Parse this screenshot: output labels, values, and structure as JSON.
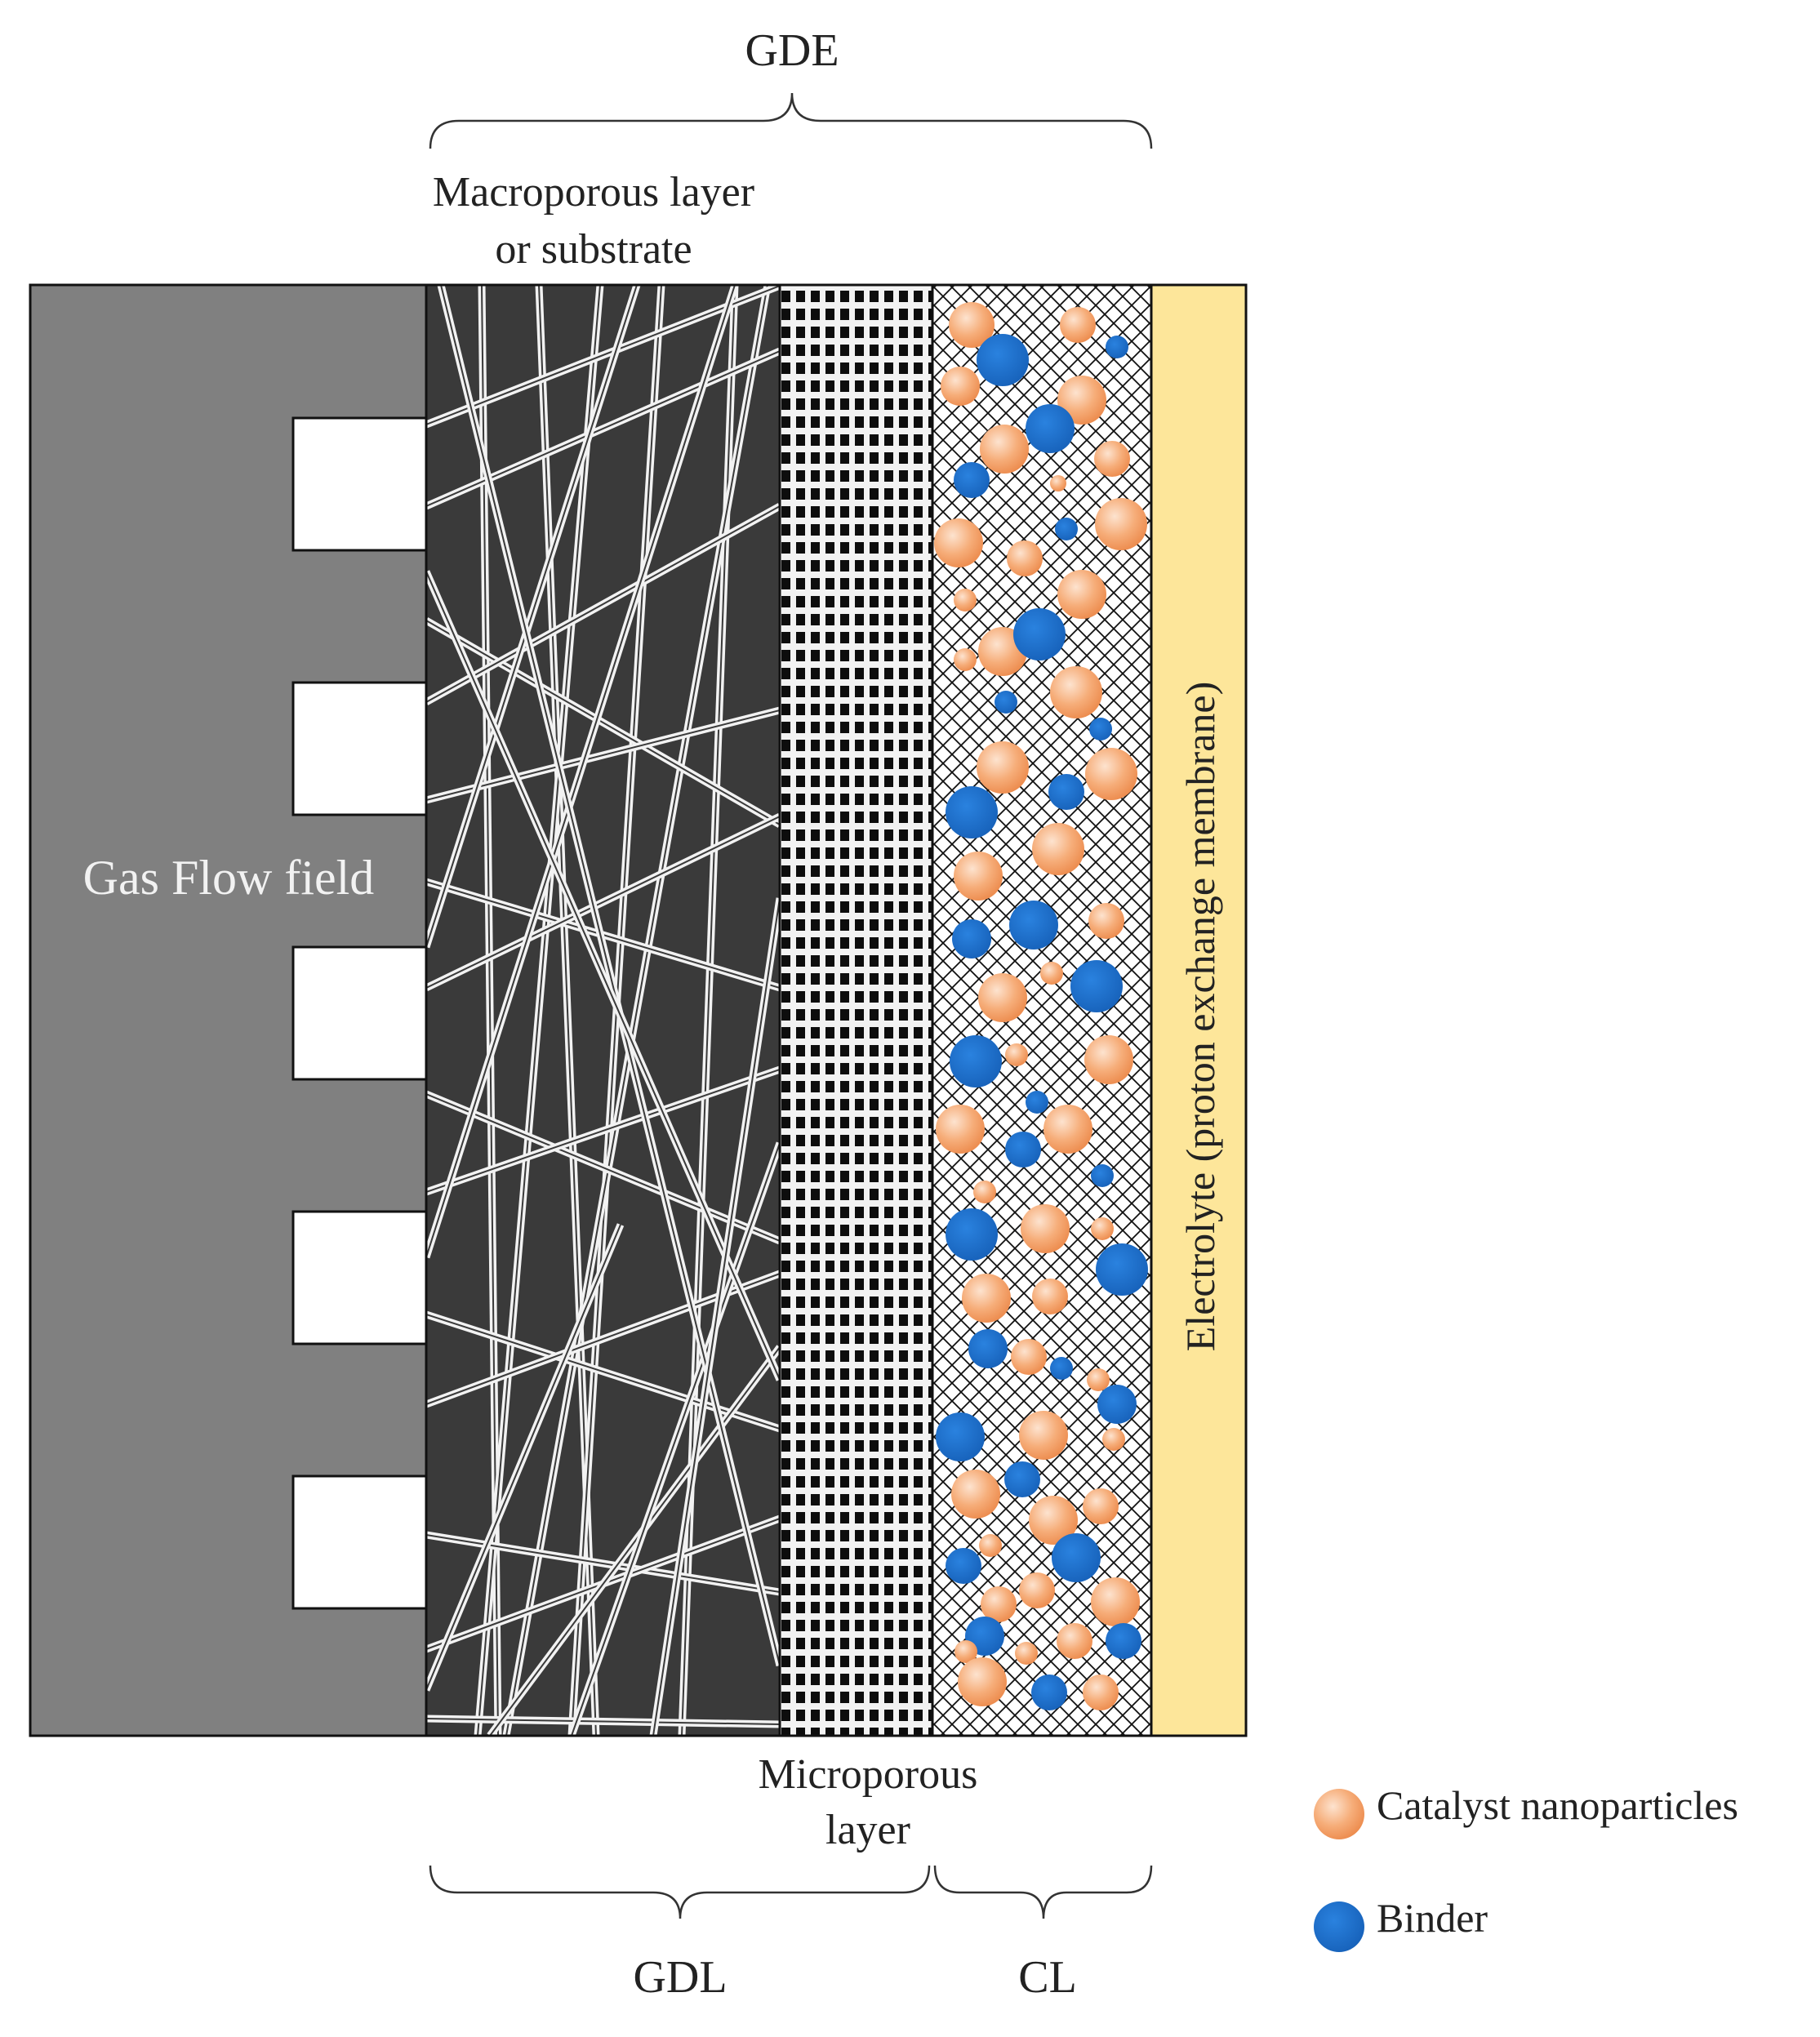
{
  "labels": {
    "gde": "GDE",
    "macroporous_line1": "Macroporous layer",
    "macroporous_line2": "or substrate",
    "gas_flow_field": "Gas Flow field",
    "electrolyte": "Electrolyte (proton exchange  membrane)",
    "microporous_line1": "Microporous",
    "microporous_line2": "layer",
    "gdl": "GDL",
    "cl": "CL"
  },
  "legend": [
    {
      "label": "Catalyst nanoparticles",
      "color": "#f4a06a",
      "icon": "catalyst-particle-icon"
    },
    {
      "label": "Binder",
      "color": "#1d6fc9",
      "icon": "binder-particle-icon"
    }
  ],
  "colors": {
    "flow_field": "#808080",
    "macroporous": "#3a3a3a",
    "fibers": "#f2f2f2",
    "electrolyte": "#fde69a",
    "catalyst": "#f4a06a",
    "binder": "#1d6fc9",
    "outline": "#111111"
  },
  "flow_channels_count": 5
}
